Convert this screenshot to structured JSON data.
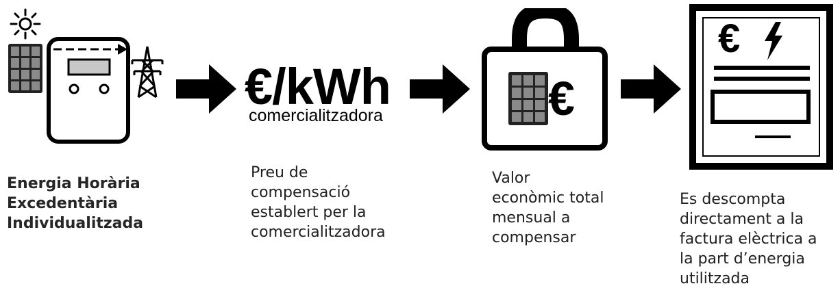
{
  "price": {
    "unit": "€/kWh",
    "provider": "comercialitzadora"
  },
  "captions": {
    "step1": "Energia Horària\nExcedentària\nIndividualitzada",
    "step2": "Preu de\ncompensació\nestablert per la\ncomercialitzadora",
    "step3": "Valor\neconòmic total\nmensual a\ncompensar",
    "step4": "Es descompta\ndirectament a la\nfactura elèctrica a\nla part d’energia\nutilitzada"
  },
  "symbols": {
    "euro": "€"
  }
}
